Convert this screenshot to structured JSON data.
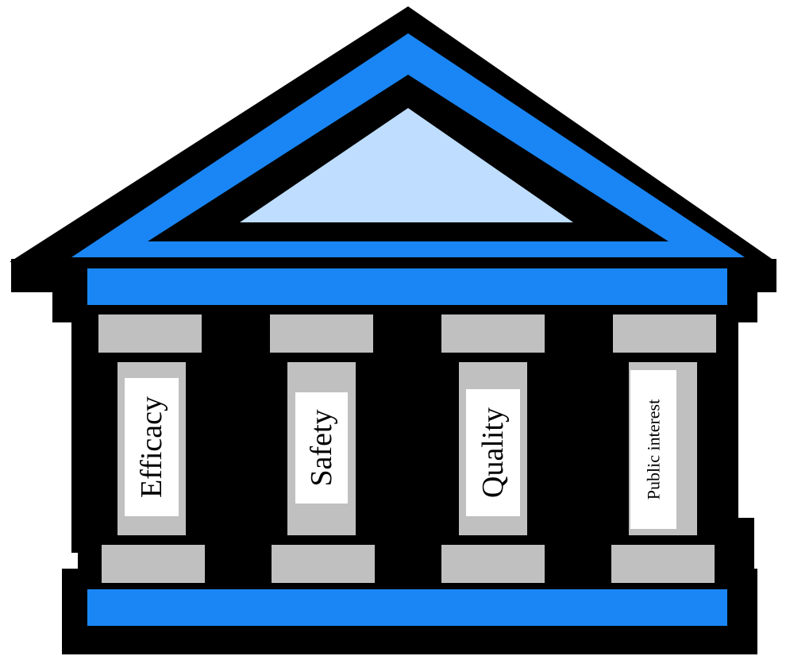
{
  "pillars": [
    {
      "label": "Efficacy"
    },
    {
      "label": "Safety"
    },
    {
      "label": "Quality"
    },
    {
      "label": "Public interest"
    }
  ],
  "colors": {
    "outline": "#000000",
    "roof_band": "#1a86f5",
    "pediment_fill": "#bfdeff",
    "column_gray": "#c0c0c0",
    "label_box": "#ffffff"
  }
}
